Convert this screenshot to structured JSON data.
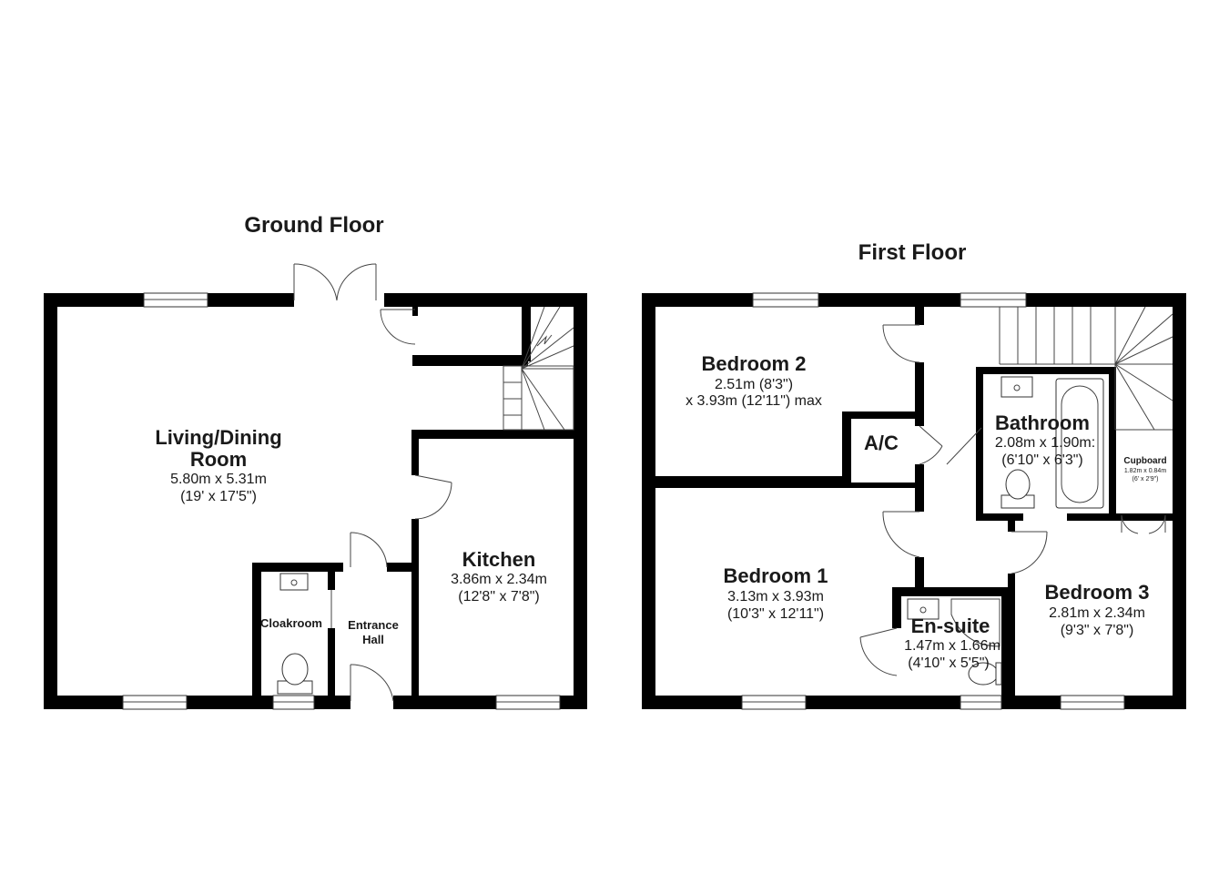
{
  "floors": {
    "ground": {
      "title": "Ground Floor",
      "living": {
        "name1": "Living/Dining",
        "name2": "Room",
        "metric": "5.80m x 5.31m",
        "imperial": "(19' x 17'5\")"
      },
      "kitchen": {
        "name": "Kitchen",
        "metric": "3.86m x 2.34m",
        "imperial": "(12'8\" x 7'8\")"
      },
      "cloakroom": {
        "name": "Cloakroom"
      },
      "hall": {
        "name1": "Entrance",
        "name2": "Hall"
      }
    },
    "first": {
      "title": "First Floor",
      "bedroom2": {
        "name": "Bedroom 2",
        "line1": "2.51m (8'3\")",
        "line2": "x 3.93m (12'11\") max"
      },
      "ac": {
        "name": "A/C"
      },
      "bathroom": {
        "name": "Bathroom",
        "metric": "2.08m x 1.90m:",
        "imperial": "(6'10\" x 6'3\")"
      },
      "cupboard": {
        "name": "Cupboard",
        "metric": "1.82m x 0.84m",
        "imperial": "(6' x 2'9\")"
      },
      "bedroom1": {
        "name": "Bedroom 1",
        "metric": "3.13m x 3.93m",
        "imperial": "(10'3\" x 12'11\")"
      },
      "ensuite": {
        "name": "En-suite",
        "metric": "1.47m x 1.66m",
        "imperial": "(4'10\" x 5'5\")"
      },
      "bedroom3": {
        "name": "Bedroom 3",
        "metric": "2.81m x 2.34m",
        "imperial": "(9'3\" x 7'8\")"
      }
    }
  }
}
